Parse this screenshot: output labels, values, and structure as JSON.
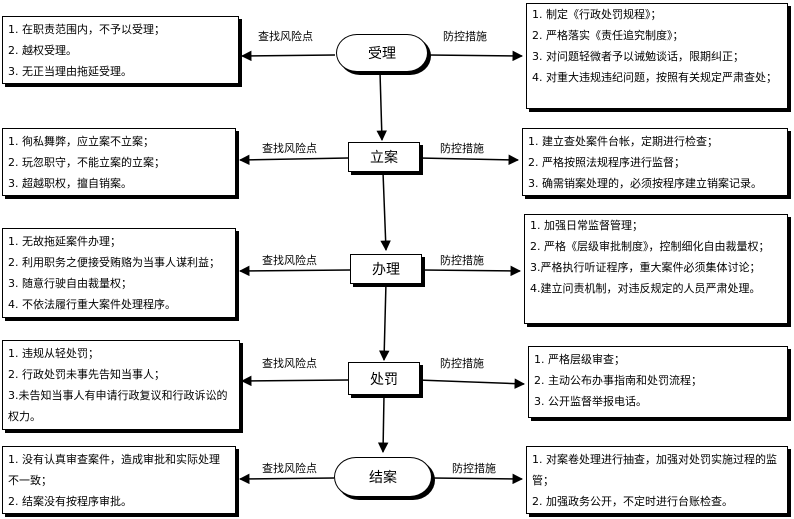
{
  "steps": [
    {
      "name": "受理",
      "risk_label": "查找风险点",
      "control_label": "防控措施",
      "risks": [
        "1. 在职责范围内，不予以受理；",
        "2. 越权受理。",
        "3. 无正当理由拖延受理。"
      ],
      "controls": [
        "1. 制定《行政处罚规程》；",
        "2. 严格落实《责任追究制度》；",
        "3. 对问题轻微者予以诫勉谈话，限期纠正；",
        "4. 对重大违规违纪问题，按照有关规定严肃查处；"
      ]
    },
    {
      "name": "立案",
      "risk_label": "查找风险点",
      "control_label": "防控措施",
      "risks": [
        "1. 徇私舞弊，应立案不立案；",
        "2. 玩忽职守，不能立案的立案；",
        "3. 超越职权，擅自销案。"
      ],
      "controls": [
        "1. 建立查处案件台帐，定期进行检查；",
        "2.  严格按照法规程序进行监督；",
        "3.  确需销案处理的，必须按程序建立销案记录。"
      ]
    },
    {
      "name": "办理",
      "risk_label": "查找风险点",
      "control_label": "防控措施",
      "risks": [
        "1. 无故拖延案件办理；",
        "2. 利用职务之便接受贿赂为当事人谋利益；",
        "3. 随意行驶自由裁量权；",
        "4. 不依法履行重大案件处理程序。"
      ],
      "controls": [
        "1. 加强日常监督管理；",
        "2. 严格《层级审批制度》，控制细化自由裁量权；",
        "3.严格执行听证程序，重大案件必须集体讨论；",
        "4.建立问责机制，对违反规定的人员严肃处理。"
      ]
    },
    {
      "name": "处罚",
      "risk_label": "查找风险点",
      "control_label": "防控措施",
      "risks": [
        "1. 违规从轻处罚；",
        "2. 行政处罚未事先告知当事人；",
        "3.未告知当事人有申请行政复议和行政诉讼的权力。"
      ],
      "controls": [
        "1. 严格层级审查；",
        "2. 主动公布办事指南和处罚流程；",
        "3. 公开监督举报电话。"
      ]
    },
    {
      "name": "结案",
      "risk_label": "查找风险点",
      "control_label": "防控措施",
      "risks": [
        "1. 没有认真审查案件，造成审批和实际处理不一致；",
        "2.   结案没有按程序审批。"
      ],
      "controls": [
        "1. 对案卷处理进行抽查，加强对处罚实施过程的监管；",
        "2. 加强政务公开，不定时进行台账检查。"
      ]
    }
  ]
}
